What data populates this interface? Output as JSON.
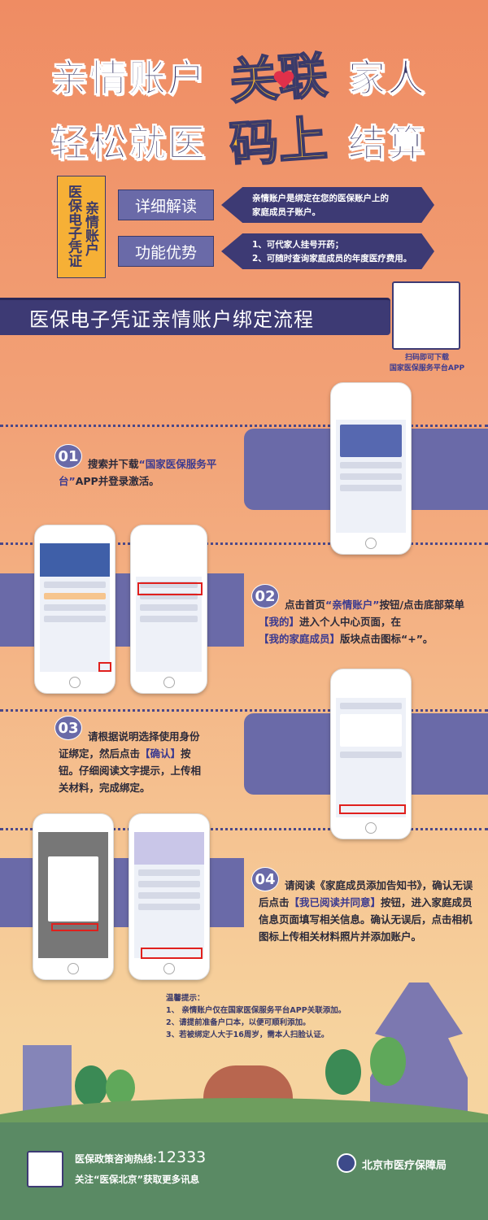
{
  "header": {
    "line1_a": "亲情账户",
    "line1_hl": "关联",
    "line1_b": "家人",
    "line2_a": "轻松就医",
    "line2_hl": "码上",
    "line2_b": "结算"
  },
  "label_box": {
    "col1": "医保电子凭证",
    "col2": "亲情账户"
  },
  "sections": [
    {
      "button": "详细解读",
      "text_lines": [
        "亲情账户是绑定在您的医保账户上的",
        "家庭成员子账户。"
      ]
    },
    {
      "button": "功能优势",
      "text_lines": [
        "1、可代家人挂号开药；",
        "2、可随时查询家庭成员的年度医疗费用。"
      ]
    }
  ],
  "banner": "医保电子凭证亲情账户绑定流程",
  "qr_caption": [
    "扫码即可下载",
    "国家医保服务平台APP"
  ],
  "steps": [
    {
      "num": "01",
      "parts": [
        [
          "搜索并下载",
          false
        ],
        [
          "“国家医保服务平台”",
          true
        ],
        [
          "APP并登录激活。",
          false
        ]
      ]
    },
    {
      "num": "02",
      "parts": [
        [
          "点击首页",
          false
        ],
        [
          "“亲情账户”",
          true
        ],
        [
          "按钮/点击底部菜单",
          false
        ],
        [
          "【我的】",
          true
        ],
        [
          "进入个人中心页面，在",
          false
        ],
        [
          "【我的家庭成员】",
          true
        ],
        [
          "版块点击图标“+”。",
          false
        ]
      ]
    },
    {
      "num": "03",
      "parts": [
        [
          "请根据说明选择使用身份证绑定，然后点击",
          false
        ],
        [
          "【确认】",
          true
        ],
        [
          "按钮。仔细阅读文字提示，上传相关材料，完成绑定。",
          false
        ]
      ]
    },
    {
      "num": "04",
      "parts": [
        [
          "请阅读《家庭成员添加告知书》，确认无误后点击",
          false
        ],
        [
          "【我已阅读并同意】",
          true
        ],
        [
          "按钮，进入家庭成员信息页面填写相关信息。确认无误后，点击相机图标上传相关材料照片并添加账户。",
          false
        ]
      ]
    }
  ],
  "tips": {
    "title": "温馨提示：",
    "items": [
      "1、 亲情账户仅在国家医保服务平台APP关联添加。",
      "2、请提前准备户口本，以便可顺利添加。",
      "3、若被绑定人大于16周岁，需本人扫脸认证。"
    ]
  },
  "footer": {
    "hotline_label": "医保政策咨询热线:",
    "hotline": "12333",
    "follow": "关注“医保北京”获取更多讯息",
    "org": "北京市医疗保障局"
  },
  "colors": {
    "navy": "#3d3a74",
    "purple": "#6a6aa8",
    "yellow": "#f6b036",
    "green": "#5a8a64"
  }
}
